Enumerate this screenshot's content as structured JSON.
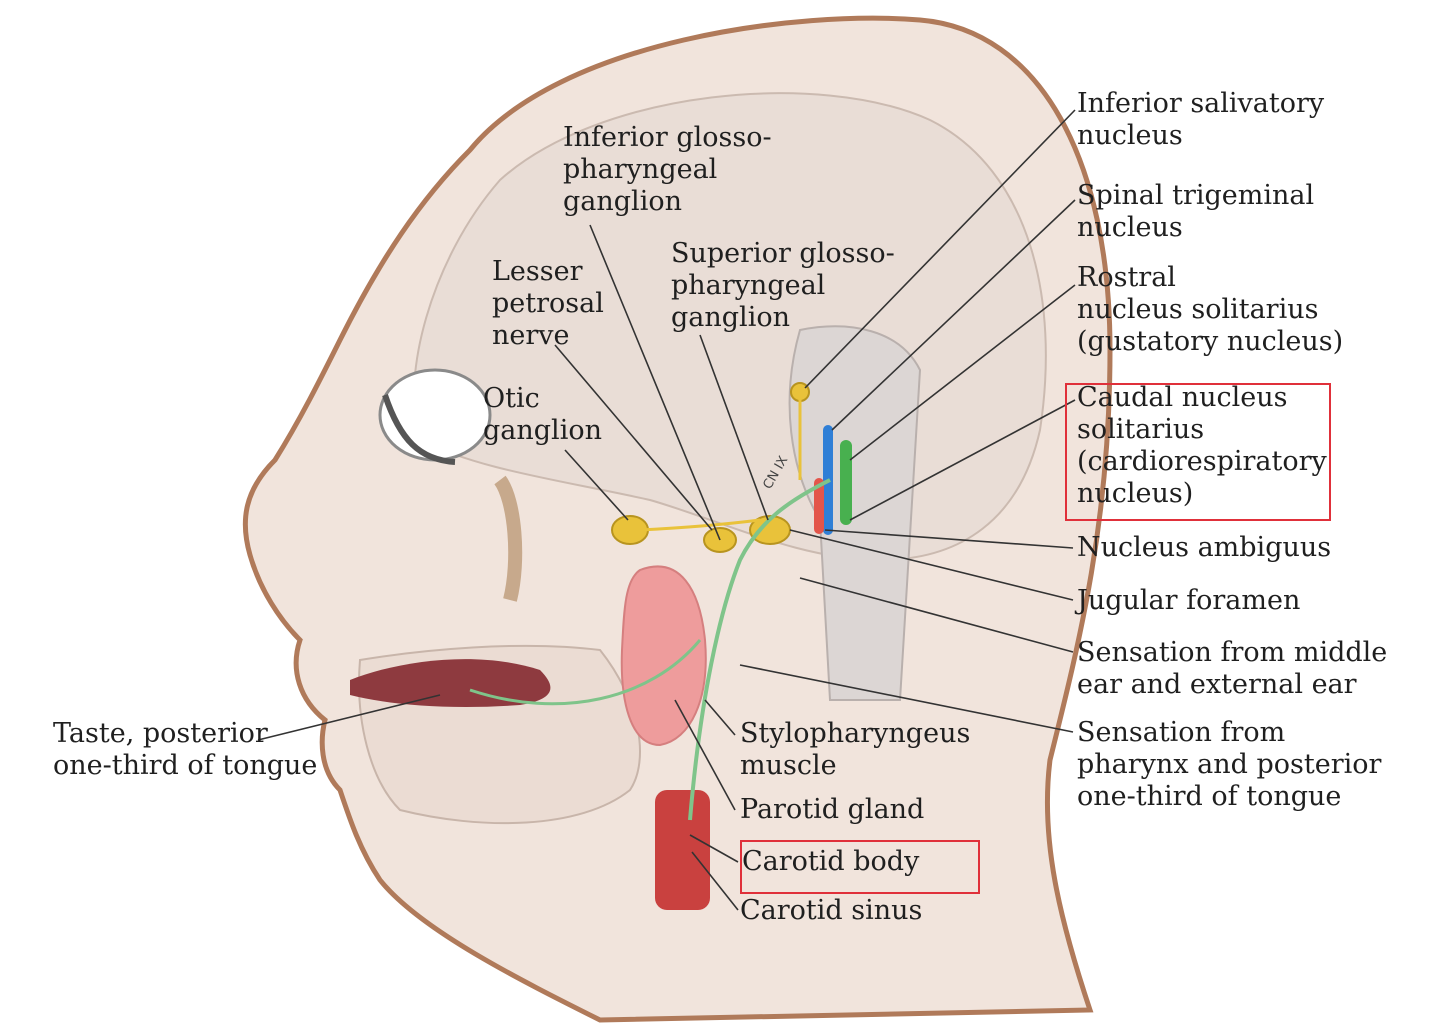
{
  "labels": {
    "inferior_glosso": [
      "Inferior glosso-",
      "pharyngeal",
      "ganglion"
    ],
    "superior_glosso": [
      "Superior glosso-",
      "pharyngeal",
      "ganglion"
    ],
    "lesser_petrosal": [
      "Lesser",
      "petrosal",
      "nerve"
    ],
    "otic": [
      "Otic",
      "ganglion"
    ],
    "cn_ix": "CN IX",
    "taste": [
      "Taste, posterior",
      "one-third of tongue"
    ],
    "stylopharyngeus": [
      "Stylopharyngeus",
      "muscle"
    ],
    "parotid": "Parotid gland",
    "carotid_body": "Carotid body",
    "carotid_sinus": "Carotid sinus",
    "inferior_salivatory": [
      "Inferior salivatory",
      "nucleus"
    ],
    "spinal_trigeminal": [
      "Spinal trigeminal",
      "nucleus"
    ],
    "rostral": [
      "Rostral",
      "nucleus solitarius",
      "(gustatory nucleus)"
    ],
    "caudal": [
      "Caudal nucleus",
      "solitarius",
      "(cardiorespiratory",
      "nucleus)"
    ],
    "ambiguus": "Nucleus ambiguus",
    "jugular": "Jugular foramen",
    "sensation_ear": [
      "Sensation from middle",
      "ear and external ear"
    ],
    "sensation_pharynx": [
      "Sensation from",
      "pharynx and posterior",
      "one-third of tongue"
    ]
  },
  "colors": {
    "highlight_box": "#e0303a",
    "skin": "#f1e4dc",
    "outline": "#b07a5a",
    "ganglion": "#e9c23a",
    "nerve_green": "#7fc48a",
    "nucleus_blue": "#2f7fd6",
    "nucleus_green": "#48b04f",
    "nucleus_red": "#e3554a",
    "parotid": "#ee9c9c",
    "carotid": "#c9413f",
    "tongue": "#8e3a3f"
  }
}
